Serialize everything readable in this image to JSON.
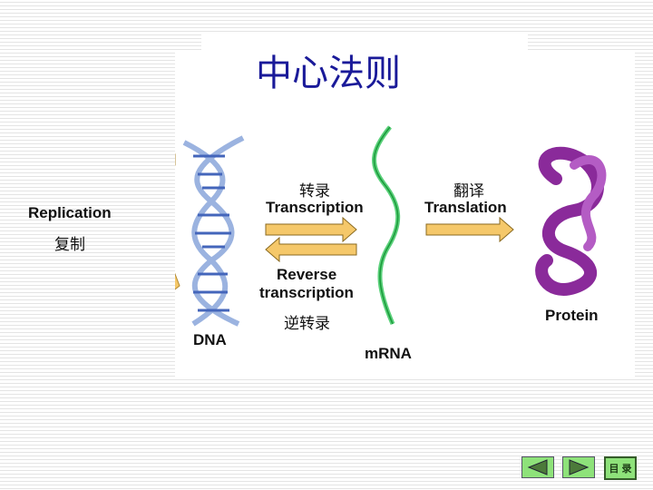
{
  "title": "中心法则",
  "figure": {
    "replication": "Replication",
    "replication_zh": "复制",
    "dna": "DNA",
    "transcription_zh": "转录",
    "transcription": "Transcription",
    "reverse": "Reverse",
    "reverse2": "transcription",
    "reverse_zh": "逆转录",
    "mrna": "mRNA",
    "translation_zh": "翻译",
    "translation": "Translation",
    "protein": "Protein"
  },
  "nav": {
    "toc_label": "目 录"
  },
  "colors": {
    "title": "#1a1a99",
    "arrow": "#f5c86a",
    "nav": "#8ee27a"
  }
}
